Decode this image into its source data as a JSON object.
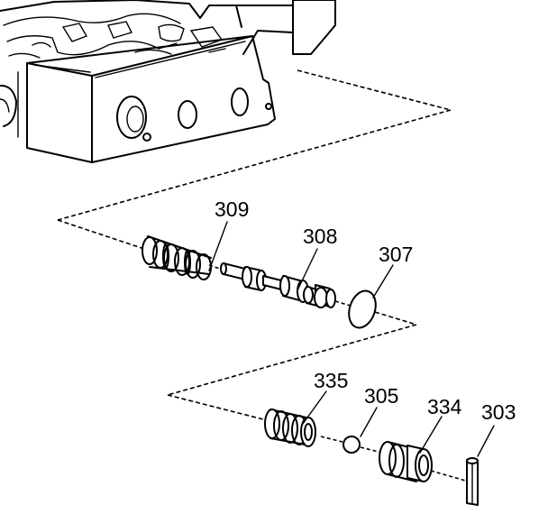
{
  "parts": [
    {
      "key": "p309",
      "label": "309"
    },
    {
      "key": "p308",
      "label": "308"
    },
    {
      "key": "p307",
      "label": "307"
    },
    {
      "key": "p335",
      "label": "335"
    },
    {
      "key": "p305",
      "label": "305"
    },
    {
      "key": "p334",
      "label": "334"
    },
    {
      "key": "p303",
      "label": "303"
    }
  ]
}
